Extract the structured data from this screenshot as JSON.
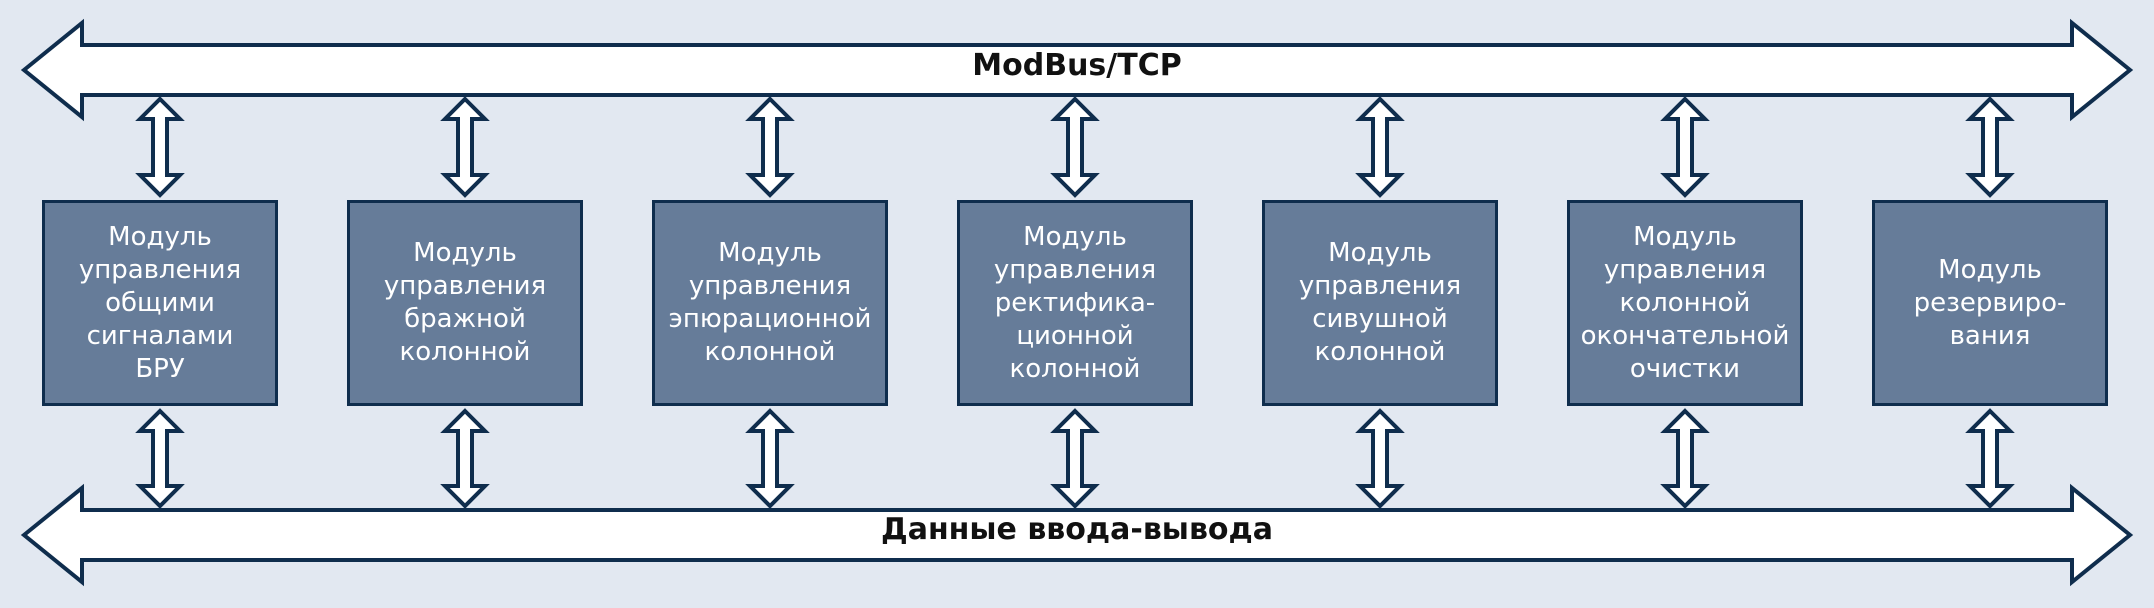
{
  "top_bus": {
    "label": "ModBus/TCP"
  },
  "bottom_bus": {
    "label": "Данные ввода-вывода"
  },
  "colors": {
    "background": "#e2e8f1",
    "module_fill": "#667c99",
    "module_border": "#0f2d4d",
    "arrow_stroke": "#0f2d4d",
    "arrow_fill": "#ffffff"
  },
  "modules": [
    {
      "label": "Модуль\nуправления\nобщими\nсигналами\nБРУ"
    },
    {
      "label": "Модуль\nуправления\nбражной\nколонной"
    },
    {
      "label": "Модуль\nуправления\nэпюрационной\nколонной"
    },
    {
      "label": "Модуль\nуправления\nректифика-\nционной\nколонной"
    },
    {
      "label": "Модуль\nуправления\nсивушной\nколонной"
    },
    {
      "label": "Модуль\nуправления\nколонной\nокончательной\nочистки"
    },
    {
      "label": "Модуль\nрезервиро-\nвания"
    }
  ]
}
